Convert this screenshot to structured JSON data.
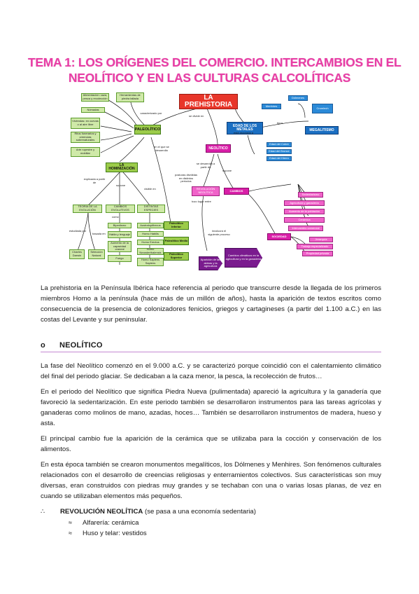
{
  "title": {
    "line1": "TEMA 1: LOS ORÍGENES DEL COMERCIO. INTERCAMBIOS EN EL",
    "line2": "NEOLÍTICO Y EN LAS CULTURAS CALCOLÍTICAS"
  },
  "concept_map": {
    "main": "LA PREHISTORIA",
    "paleolitico": "PALEOLÍTICO",
    "neolitico": "NEOLÍTICO",
    "edad_metales": "EDAD DE LOS METALES",
    "megalitismo": "MEGALITISMO",
    "hominizacion": "LA HOMINIZACIÓN",
    "pal_inferior": "Paleolítico Inferior",
    "pal_medio": "Paleolítico Medio",
    "pal_superior": "Paleolítico Superior",
    "revolucion": "REVOLUCIÓN NEOLÍTICA",
    "cambios": "CAMBIOS",
    "sociedad": "SOCIEDAD",
    "left_boxes": [
      "Alimentación: caza, pesca y recolección",
      "Nómadas",
      "Viviendas: en cuevas o al aire libre",
      "Ritos funerarios y creencias sobrenaturales",
      "Arte rupestre y mobiliar"
    ],
    "top_box": "Herramientas de piedra tallada",
    "evolution_boxes": [
      "TEORÍA DE LA EVOLUCIÓN",
      "CAMBIOS EVOLUTIVOS",
      "DISTINTAS ESPECIES"
    ],
    "cambios_list": [
      "Bipedismo",
      "Habla y lenguaje",
      "Aumento de la capacidad craneal",
      "Fuego"
    ],
    "especies_list": [
      "Australopithecus",
      "Homo Habilis",
      "Homo Erectus",
      "Homo Neanderthalensis",
      "Homo Sapiens Sapiens"
    ],
    "bottom_left": [
      "Charles Darwin",
      "Selección Natural"
    ],
    "metal_boxes": [
      "Edad del Cobre",
      "Edad del Bronce",
      "Edad del Hierro"
    ],
    "mega_boxes": [
      "Menhires",
      "Dólmenes",
      "Cromlech"
    ],
    "cambios_boxes": [
      "Sedentarismo",
      "Agricultura y ganadería",
      "Aumento de la población",
      "Cerámica",
      "Intercambio comercial"
    ],
    "sociedad_boxes": [
      "Jerarquía",
      "Trabajo especializado",
      "Propiedad privada"
    ],
    "arrow_boxes": [
      "Cambios climáticos en la agricultura y en la ganadería",
      "Aparición de las aldeas y la agricultura"
    ],
    "labels": {
      "se_divide_en": "se divide en",
      "caracterizado_por": "caracterizado por",
      "en_el_que_se_desarrolla": "en el que se desarrolla",
      "explicada_a_partir_de": "explicada a partir de",
      "supone": "supone",
      "visible_en": "visible en",
      "como": "como",
      "estudiada_por": "estudiada por",
      "basada_en": "basada en",
      "se_desarrolla_a_partir_de": "se desarrolla a partir de",
      "supone2": "supone",
      "esta_asociada_a": "está asociada a",
      "tipos": "tipos",
      "involucra_el_siguiente_proceso": "involucra el siguiente proceso",
      "tuvo_lugar_entre": "tuvo lugar entre",
      "posturas_divididas": "posturas divididas en distintos periodos"
    }
  },
  "intro": "La prehistoria en la Península Ibérica hace referencia al periodo que transcurre desde la llegada de los primeros miembros Homo a la península (hace más de un millón de años), hasta la aparición de textos escritos como consecuencia de la presencia de colonizadores fenicios, griegos y cartagineses (a partir del 1.100 a.C.) en las costas del Levante y sur peninsular.",
  "section": {
    "bullet": "o",
    "title": "NEOLÍTICO"
  },
  "paragraphs": [
    "La fase del Neolítico comenzó en el 9.000 a.C. y se caracterizó porque coincidió con el calentamiento climático del final del periodo glaciar. Se dedicaban a la caza menor, la pesca, la recolección de frutos…",
    "En el periodo del Neolítico que significa Piedra Nueva (pulimentada) apareció la agricultura y la ganadería que favoreció la sedentarización. En este periodo también se desarrollaron instrumentos para las tareas agrícolas y ganaderas como molinos de mano, azadas, hoces… También se desarrollaron instrumentos de madera, hueso y asta.",
    "El principal cambio fue la aparición de la cerámica que se utilizaba para la cocción y conservación de los alimentos.",
    "En esta época también se crearon monumentos megalíticos, los Dólmenes y Menhires. Son fenómenos culturales relacionados con el desarrollo de creencias religiosas y enterramientos colectivos. Sus características son muy diversas, eran construidos con piedras muy grandes y se techaban con una o varias losas planas, de vez en cuando se utilizaban elementos más pequeños."
  ],
  "list": {
    "symbol": "∴",
    "heading": "REVOLUCIÓN NEOLÍTICA",
    "heading_note": " (se pasa a una economía sedentaria)",
    "sub_symbol": "≈",
    "items": [
      "Alfarería: cerámica",
      "Huso y telar: vestidos"
    ]
  }
}
